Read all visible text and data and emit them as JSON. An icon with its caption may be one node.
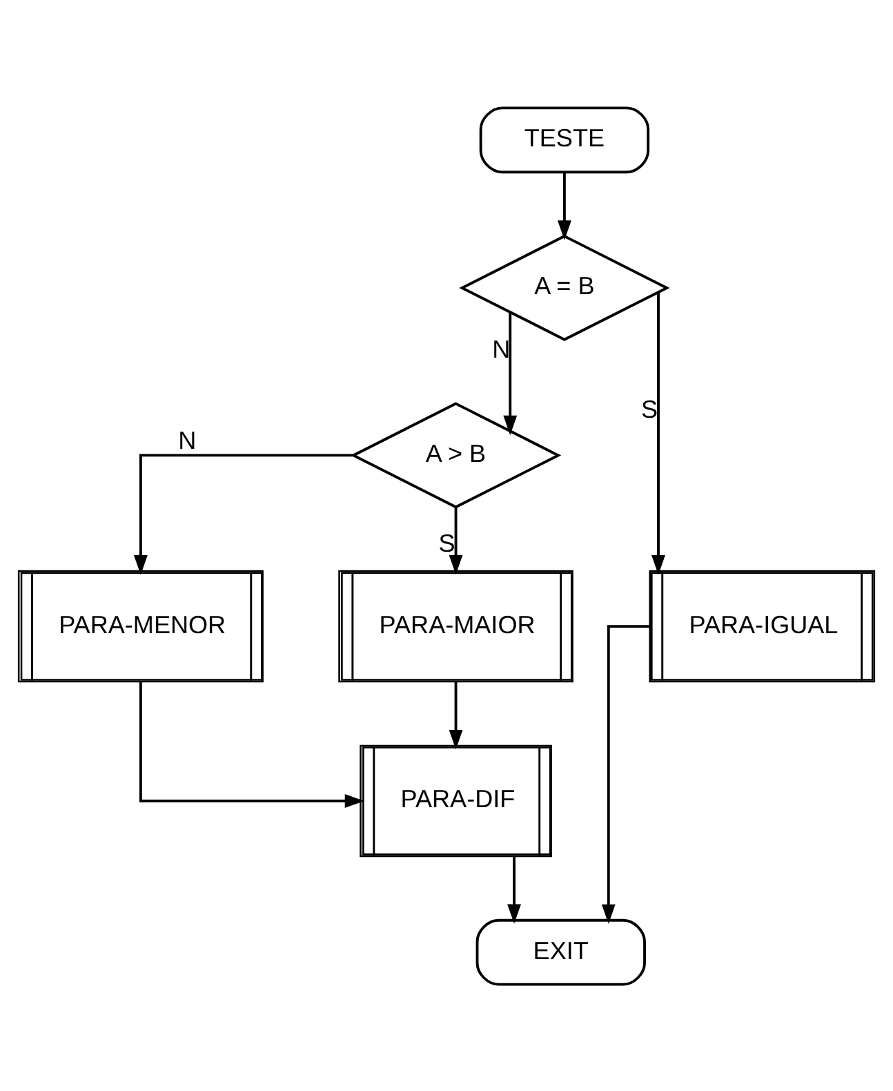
{
  "diagram": {
    "nodes": [
      {
        "text": [
          "TESTE"
        ]
      },
      {
        "text": [
          "A = B"
        ]
      },
      {
        "text": [
          "A > B"
        ]
      },
      {
        "text": [
          "PARA-MENOR"
        ]
      },
      {
        "text": [
          "PARA-MAIOR"
        ]
      },
      {
        "text": [
          "PARA-IGUAL"
        ]
      },
      {
        "text": [
          "PARA-DIF"
        ]
      },
      {
        "text": [
          "EXIT"
        ]
      }
    ],
    "edges": [
      {
        "from": 0,
        "to": 1,
        "arrow": "to"
      },
      {
        "from": 1,
        "to": 5,
        "arrow": "to",
        "label": "S"
      },
      {
        "from": 1,
        "to": 2,
        "arrow": "to",
        "label": "N"
      },
      {
        "from": 2,
        "to": 4,
        "arrow": "to",
        "label": "S"
      },
      {
        "from": 2,
        "to": 3,
        "arrow": "to",
        "label": "N"
      },
      {
        "from": 3,
        "to": 6,
        "arrow": "to"
      },
      {
        "from": 4,
        "to": 6,
        "arrow": "to"
      },
      {
        "from": 6,
        "to": 7,
        "arrow": "to"
      },
      {
        "from": 5,
        "to": 7,
        "arrow": "to"
      }
    ]
  }
}
